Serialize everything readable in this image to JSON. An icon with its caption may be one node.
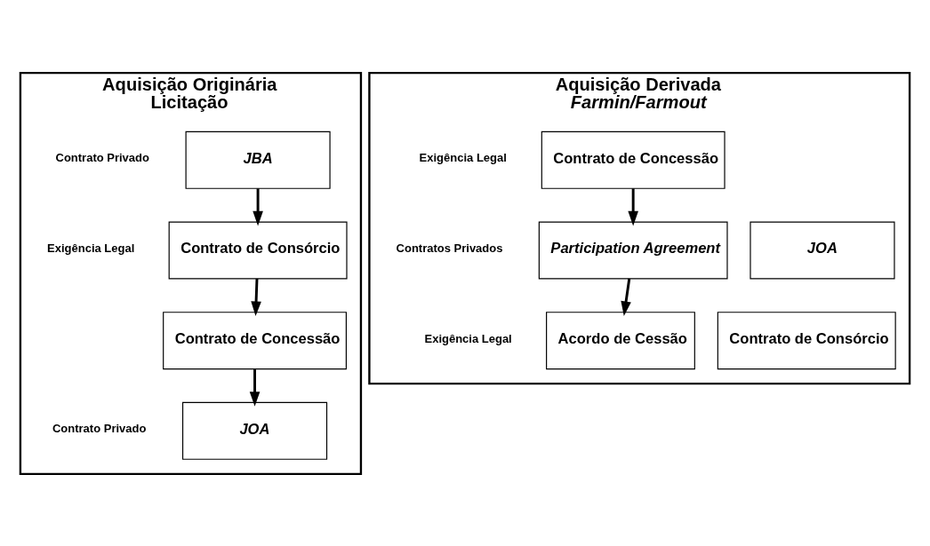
{
  "diagram": {
    "nodes": [
      {
        "text": [
          "Aquisição Originária",
          "Licitação"
        ]
      },
      {
        "text": [
          "JBA"
        ],
        "in": 0
      },
      {
        "text": [
          "Contrato de Consórcio"
        ],
        "in": 0
      },
      {
        "text": [
          "Contrato de Concessão"
        ],
        "in": 0
      },
      {
        "text": [
          "JOA"
        ],
        "in": 0
      },
      {
        "text": [
          "Aquisição Derivada",
          "Farmin/Farmout"
        ]
      },
      {
        "text": [
          "Contrato de Concessão"
        ],
        "in": 5
      },
      {
        "text": [
          "Participation Agreement"
        ],
        "in": 5
      },
      {
        "text": [
          "JOA"
        ],
        "in": 5
      },
      {
        "text": [
          "Acordo de Cessão"
        ],
        "in": 5
      },
      {
        "text": [
          "Contrato de Consórcio"
        ],
        "in": 5
      }
    ],
    "edges": [
      {
        "from": 1,
        "to": 2,
        "arrow": "to"
      },
      {
        "from": 2,
        "to": 3,
        "arrow": "to"
      },
      {
        "from": 3,
        "to": 4,
        "arrow": "to"
      },
      {
        "from": 6,
        "to": 7,
        "arrow": "to"
      },
      {
        "from": 7,
        "to": 9,
        "arrow": "to"
      }
    ],
    "labels": [
      "Contrato Privado",
      "Exigência Legal",
      "Contrato Privado",
      "Exigência Legal",
      "Contratos Privados",
      "Exigência Legal"
    ]
  }
}
